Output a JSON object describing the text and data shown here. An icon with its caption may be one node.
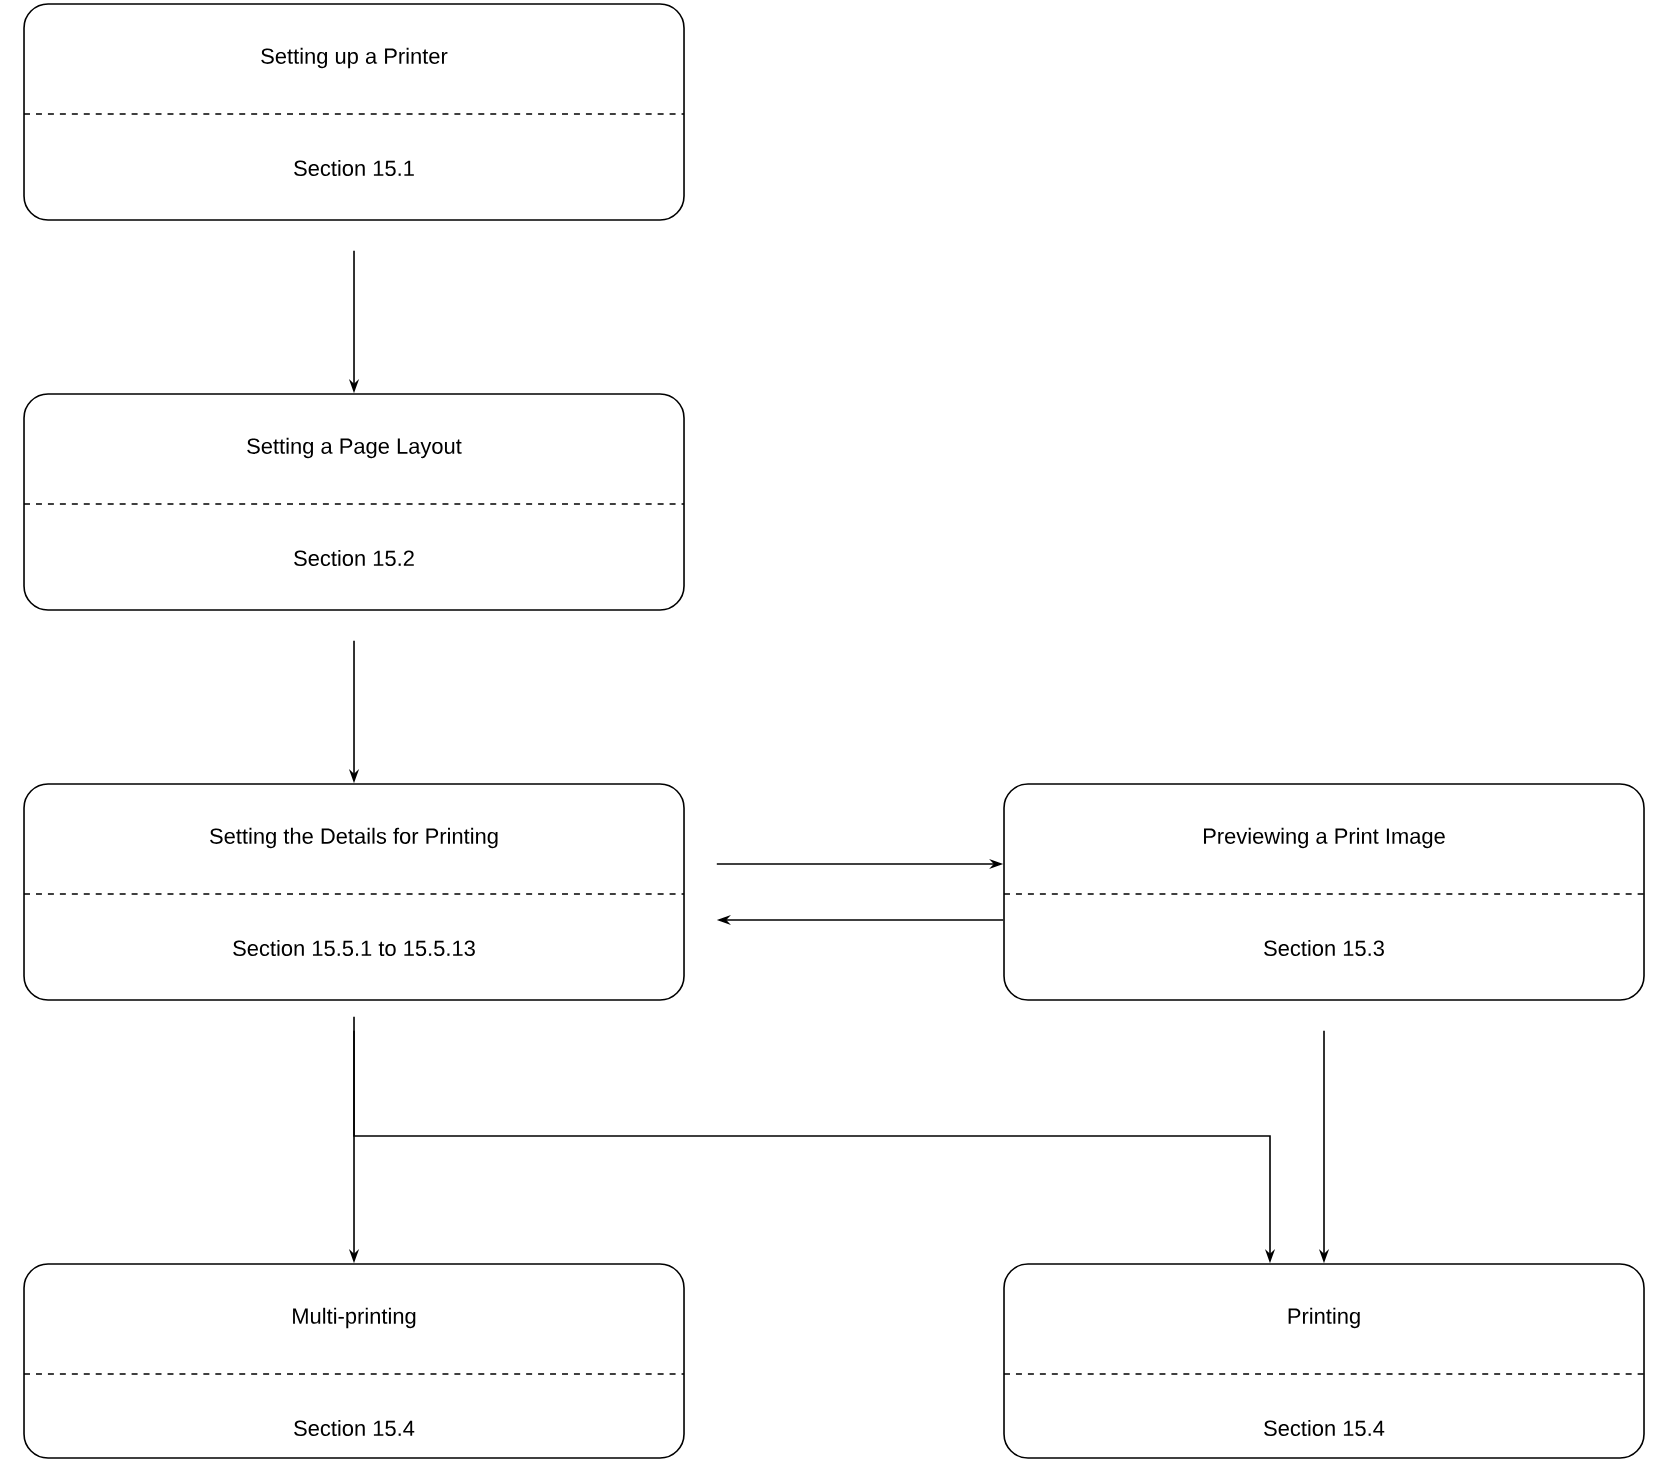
{
  "diagram": {
    "nodes": [
      {
        "text": [
          "Setting up a Printer",
          "Section 15.1"
        ]
      },
      {
        "text": [
          "Setting a Page Layout",
          "Section 15.2"
        ]
      },
      {
        "text": [
          "Setting the Details for Printing",
          "Section 15.5.1 to 15.5.13"
        ]
      },
      {
        "text": [
          "Previewing a Print Image",
          "Section 15.3"
        ]
      },
      {
        "text": [
          "Multi-printing",
          "Section 15.4"
        ]
      },
      {
        "text": [
          "Printing",
          "Section 15.4"
        ]
      }
    ],
    "edges": [
      {
        "from": 0,
        "to": 1,
        "arrow": "to"
      },
      {
        "from": 1,
        "to": 2,
        "arrow": "to"
      },
      {
        "from": 2,
        "to": 3,
        "arrow": "to"
      },
      {
        "from": 3,
        "to": 2,
        "arrow": "to"
      },
      {
        "from": 2,
        "to": 4,
        "arrow": "to"
      },
      {
        "from": 2,
        "to": 5,
        "arrow": "to"
      },
      {
        "from": 3,
        "to": 5,
        "arrow": "to"
      }
    ]
  }
}
